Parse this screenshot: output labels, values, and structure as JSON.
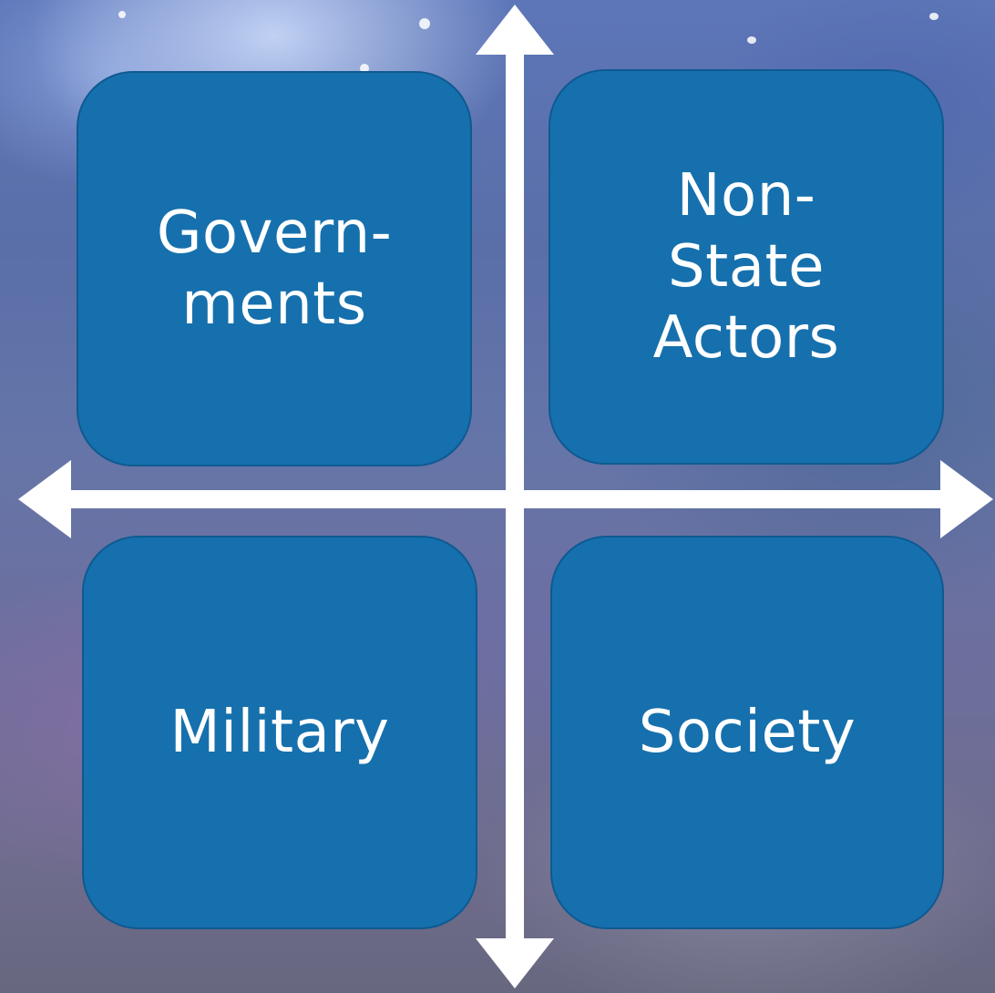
{
  "quadrants": {
    "top_left": "Govern-\nments",
    "top_right": "Non-\nState\nActors",
    "bottom_left": "Military",
    "bottom_right": "Society"
  },
  "colors": {
    "box_fill": "#1670ad",
    "axis": "#ffffff",
    "text": "#ffffff"
  }
}
